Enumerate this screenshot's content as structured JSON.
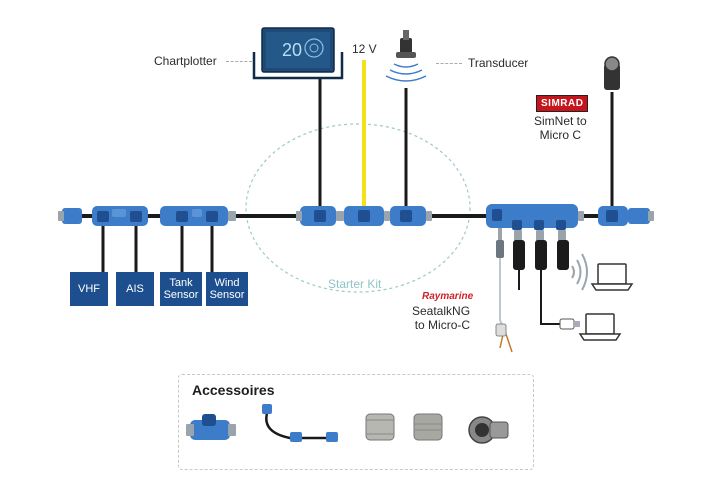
{
  "labels": {
    "chartplotter": "Chartplotter",
    "power": "12 V",
    "transducer": "Transducer",
    "simnet": "SimNet to\nMicro C",
    "starter_kit": "Starter Kit",
    "seatalk": "SeatalkNG\nto Micro-C",
    "accessoires": "Accessoires"
  },
  "devices": [
    {
      "label": "VHF"
    },
    {
      "label": "AIS"
    },
    {
      "label": "Tank\nSensor"
    },
    {
      "label": "Wind\nSensor"
    }
  ],
  "brands": {
    "simrad": "SIMRAD",
    "raymarine": "Raymarine"
  },
  "screen_text": "20",
  "colors": {
    "connector_blue": "#3d7cc9",
    "connector_dark": "#1f4f90",
    "cable": "#1a1a1a",
    "power_cable": "#f2e21a",
    "device_box": "#1d4f8f",
    "starter_kit_circle": "#9cc9cc",
    "simrad_red": "#c4161c",
    "raymarine_red": "#d0202a"
  },
  "icons": [
    "chartplotter-icon",
    "transducer-icon",
    "laptop-icon",
    "wifi-icon",
    "usb-cable-icon",
    "micro-c-connector-icon",
    "tee-connector-icon",
    "terminator-icon",
    "cap-icon",
    "panel-connector-icon"
  ]
}
